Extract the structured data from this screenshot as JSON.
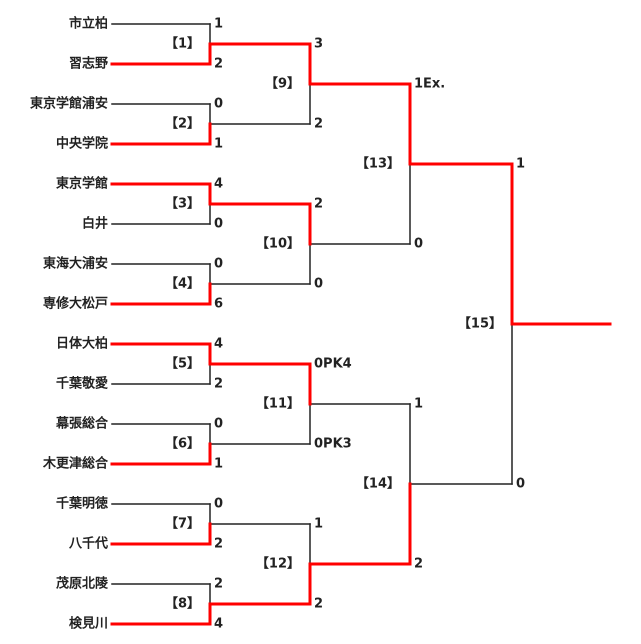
{
  "teams": [
    "市立柏",
    "習志野",
    "東京学館浦安",
    "中央学院",
    "東京学館",
    "白井",
    "東海大浦安",
    "専修大松戸",
    "日体大柏",
    "千葉敬愛",
    "幕張総合",
    "木更津総合",
    "千葉明徳",
    "八千代",
    "茂原北陵",
    "検見川"
  ],
  "round1": [
    {
      "label": "【1】",
      "scores": [
        "1",
        "2"
      ],
      "winner": 1
    },
    {
      "label": "【2】",
      "scores": [
        "0",
        "1"
      ],
      "winner": 1
    },
    {
      "label": "【3】",
      "scores": [
        "4",
        "0"
      ],
      "winner": 0
    },
    {
      "label": "【4】",
      "scores": [
        "0",
        "6"
      ],
      "winner": 1
    },
    {
      "label": "【5】",
      "scores": [
        "4",
        "2"
      ],
      "winner": 0
    },
    {
      "label": "【6】",
      "scores": [
        "0",
        "1"
      ],
      "winner": 1
    },
    {
      "label": "【7】",
      "scores": [
        "0",
        "2"
      ],
      "winner": 1
    },
    {
      "label": "【8】",
      "scores": [
        "2",
        "4"
      ],
      "winner": 1
    }
  ],
  "round2": [
    {
      "label": "【9】",
      "scores": [
        "3",
        "2"
      ],
      "winner": 0
    },
    {
      "label": "【10】",
      "scores": [
        "2",
        "0"
      ],
      "winner": 0
    },
    {
      "label": "【11】",
      "scores": [
        "0PK4",
        "0PK3"
      ],
      "winner": 0
    },
    {
      "label": "【12】",
      "scores": [
        "1",
        "2"
      ],
      "winner": 1
    }
  ],
  "round3": [
    {
      "label": "【13】",
      "scores": [
        "1Ex.",
        "0"
      ],
      "winner": 0
    },
    {
      "label": "【14】",
      "scores": [
        "1",
        "2"
      ],
      "winner": 1
    }
  ],
  "final": {
    "label": "【15】",
    "scores": [
      "1",
      "0"
    ],
    "winner": 0
  },
  "colors": {
    "winner_line": "#ff0000",
    "loser_line": "#222222"
  }
}
